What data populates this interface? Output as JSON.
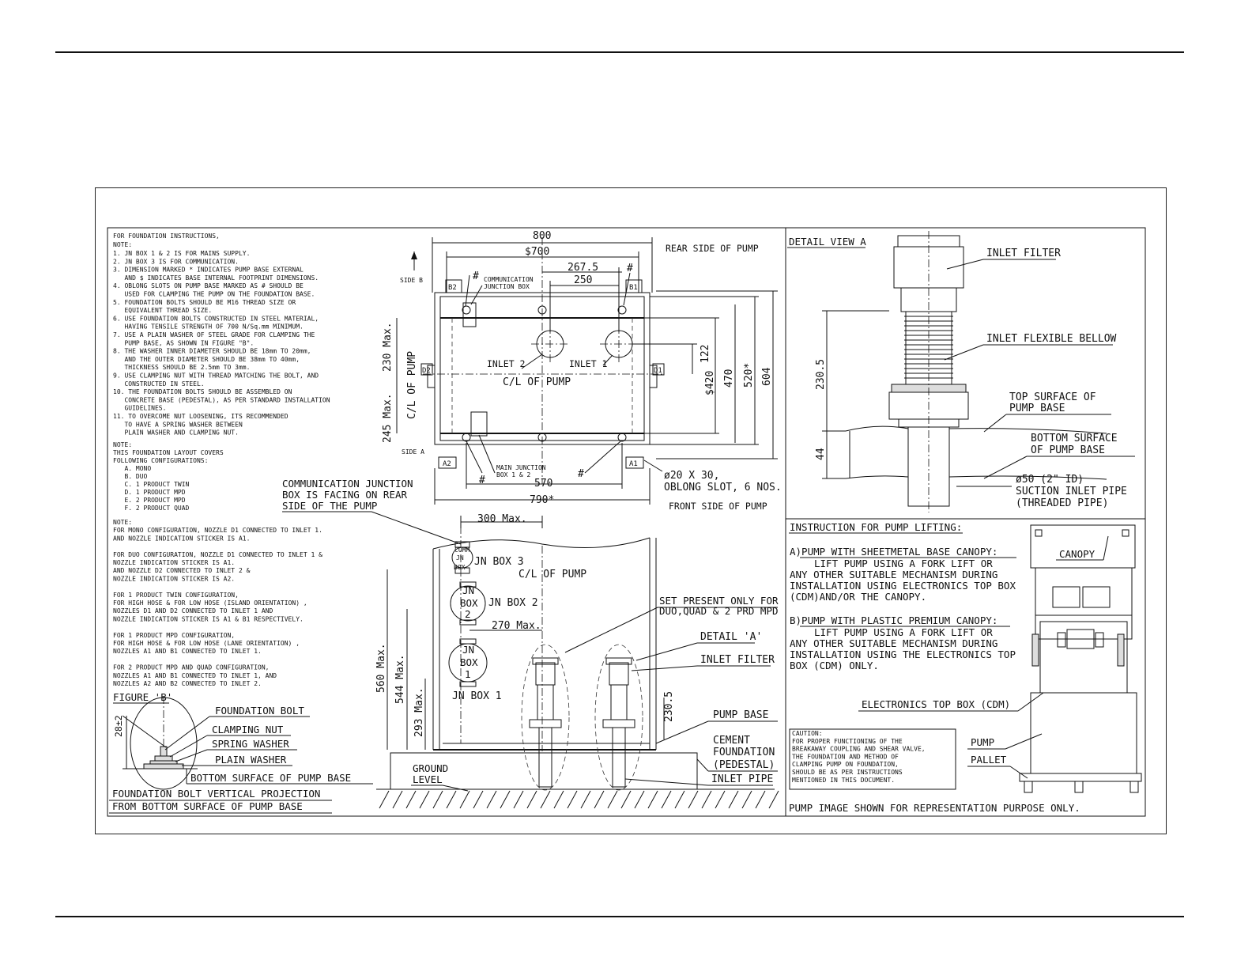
{
  "notes": {
    "heading": "FOR FOUNDATION INSTRUCTIONS,",
    "note_label": "NOTE:",
    "items": [
      "1. JN BOX 1 & 2 IS FOR MAINS SUPPLY.",
      "2. JN BOX 3 IS FOR COMMUNICATION.",
      "3. DIMENSION MARKED * INDICATES PUMP BASE EXTERNAL",
      "   AND $ INDICATES BASE INTERNAL FOOTPRINT DIMENSIONS.",
      "4. OBLONG SLOTS ON PUMP BASE MARKED AS # SHOULD BE",
      "   USED FOR CLAMPING THE PUMP ON THE FOUNDATION BASE.",
      "5. FOUNDATION BOLTS SHOULD BE M16 THREAD SIZE OR",
      "   EQUIVALENT THREAD SIZE.",
      "6. USE FOUNDATION BOLTS CONSTRUCTED IN STEEL MATERIAL,",
      "   HAVING TENSILE STRENGTH OF 700 N/Sq.mm MINIMUM.",
      "7. USE A PLAIN WASHER OF STEEL GRADE FOR CLAMPING THE",
      "   PUMP BASE, AS SHOWN IN FIGURE \"B\".",
      "8. THE WASHER INNER DIAMETER SHOULD BE 18mm TO 20mm,",
      "   AND THE OUTER DIAMETER SHOULD BE 38mm TO 40mm,",
      "   THICKNESS SHOULD BE 2.5mm TO 3mm.",
      "9. USE CLAMPING NUT WITH THREAD MATCHING THE BOLT, AND",
      "   CONSTRUCTED IN STEEL.",
      "10. THE FOUNDATION BOLTS SHOULD BE ASSEMBLED ON",
      "   CONCRETE BASE (PEDESTAL), AS PER STANDARD INSTALLATION",
      "   GUIDELINES.",
      "11. TO OVERCOME NUT LOOSENING, ITS RECOMMENDED",
      "   TO HAVE A SPRING WASHER BETWEEN",
      "   PLAIN WASHER AND CLAMPING NUT."
    ],
    "config_items": [
      "NOTE:",
      "THIS FOUNDATION LAYOUT COVERS",
      "FOLLOWING CONFIGURATIONS:",
      "   A. MONO",
      "   B. DUO",
      "   C. 1 PRODUCT TWIN",
      "   D. 1 PRODUCT MPD",
      "   E. 2 PRODUCT MPD",
      "   F. 2 PRODUCT QUAD"
    ],
    "nozzle_items": [
      "NOTE:",
      "FOR MONO CONFIGURATION, NOZZLE D1 CONNECTED TO INLET 1.",
      "AND NOZZLE INDICATION STICKER IS A1.",
      "",
      "FOR DUO CONFIGURATION, NOZZLE D1 CONNECTED TO INLET 1 &",
      "NOZZLE INDICATION STICKER IS A1.",
      "AND NOZZLE D2 CONNECTED TO INLET 2 &",
      "NOZZLE INDICATION STICKER IS A2.",
      "",
      "FOR 1 PRODUCT TWIN CONFIGURATION,",
      "FOR HIGH HOSE & FOR LOW HOSE (ISLAND ORIENTATION) ,",
      "NOZZLES D1 AND D2 CONNECTED TO INLET 1 AND",
      "NOZZLE INDICATION STICKER IS A1 & B1 RESPECTIVELY.",
      "",
      "FOR 1 PRODUCT MPD CONFIGURATION,",
      "FOR HIGH HOSE & FOR LOW HOSE (LANE ORIENTATION) ,",
      "NOZZLES A1 AND B1 CONNECTED TO INLET 1.",
      "",
      "FOR 2 PRODUCT MPD AND QUAD CONFIGURATION,",
      "NOZZLES A1 AND B1 CONNECTED TO INLET 1, AND",
      "NOZZLES A2 AND B2 CONNECTED TO INLET 2."
    ]
  },
  "figure_b": {
    "title": "FIGURE 'B'",
    "dim": "28±2",
    "labels": [
      "FOUNDATION BOLT",
      "CLAMPING NUT",
      "SPRING WASHER",
      "PLAIN WASHER",
      "BOTTOM SURFACE OF PUMP BASE"
    ],
    "caption_1": "FOUNDATION BOLT VERTICAL PROJECTION",
    "caption_2": "FROM BOTTOM SURFACE OF PUMP BASE"
  },
  "plan": {
    "dims": {
      "d800": "800",
      "d700": "$700",
      "d267": "267.5",
      "d250": "250",
      "d122": "122",
      "d420": "$420",
      "d470": "470",
      "d520": "520*",
      "d604": "604",
      "d570": "570",
      "d790": "790*",
      "d230": "230 Max.",
      "d245": "245 Max."
    },
    "rear": "REAR SIDE OF PUMP",
    "front": "FRONT SIDE OF PUMP",
    "side_b": "SIDE B",
    "side_a": "SIDE A",
    "b2": "B2",
    "b1": "B1",
    "a2": "A2",
    "a1": "A1",
    "d2": "D2",
    "d1": "D1",
    "hash": "#",
    "comm_box_1": "COMMUNICATION",
    "comm_box_2": "JUNCTION BOX",
    "main_box_1": "MAIN JUNCTION",
    "main_box_2": "BOX 1 & 2",
    "inlet2": "INLET 2",
    "inlet1": "INLET 1",
    "cl": "C/L OF PUMP",
    "slot_1": "ø20 X 30,",
    "slot_2": "OBLONG SLOT, 6 NOS.",
    "comm_note": [
      "COMMUNICATION JUNCTION",
      "BOX IS FACING ON REAR",
      "SIDE OF THE PUMP"
    ]
  },
  "elevation": {
    "d300": "300 Max.",
    "d270": "270 Max.",
    "d560": "560 Max.",
    "d544": "544 Max.",
    "d293": "293 Max.",
    "d2305": "230.5",
    "cl": "C/L OF PUMP",
    "jn3": "JN BOX 3",
    "jn2": "JN BOX 2",
    "jn1": "JN BOX 1",
    "jn_word": "JN",
    "box_word": "BOX",
    "comm_word": "COMM",
    "n2": "2",
    "n1": "1",
    "set_present_1": "SET PRESENT ONLY FOR",
    "set_present_2": "DUO,QUAD & 2 PRD MPD",
    "detail_a": "DETAIL 'A'",
    "inlet_filter": "INLET FILTER",
    "pump_base": "PUMP BASE",
    "cement_1": "CEMENT",
    "cement_2": "FOUNDATION",
    "cement_3": "(PEDESTAL)",
    "inlet_pipe": "INLET PIPE",
    "ground_1": "GROUND",
    "ground_2": "LEVEL"
  },
  "detail_view": {
    "title": "DETAIL VIEW A",
    "inlet_filter": "INLET FILTER",
    "bellow": "INLET FLEXIBLE BELLOW",
    "top_1": "TOP SURFACE OF",
    "top_2": "PUMP BASE",
    "bottom_1": "BOTTOM SURFACE",
    "bottom_2": "OF PUMP BASE",
    "suction_1": "ø50 (2\" ID)",
    "suction_2": "SUCTION INLET PIPE",
    "suction_3": "(THREADED PIPE)",
    "d2305": "230.5",
    "d44": "44"
  },
  "lifting": {
    "title": "INSTRUCTION FOR PUMP LIFTING:",
    "a_title": "A)PUMP WITH SHEETMETAL BASE CANOPY:",
    "a_lines": [
      "LIFT PUMP USING A FORK LIFT OR",
      "ANY OTHER SUITABLE MECHANISM DURING",
      "INSTALLATION USING ELECTRONICS TOP BOX",
      "(CDM)AND/OR THE CANOPY."
    ],
    "b_title": "B)PUMP WITH PLASTIC PREMIUM CANOPY:",
    "b_lines": [
      "LIFT PUMP USING A FORK LIFT OR",
      "ANY OTHER SUITABLE MECHANISM DURING",
      "INSTALLATION USING THE ELECTRONICS TOP",
      "BOX (CDM) ONLY."
    ],
    "canopy": "CANOPY",
    "etb": "ELECTRONICS TOP BOX (CDM)",
    "pump": "PUMP",
    "pallet": "PALLET",
    "caution": [
      "CAUTION:",
      "FOR PROPER FUNCTIONING OF THE",
      "BREAKAWAY COUPLING AND SHEAR VALVE,",
      "THE FOUNDATION AND METHOD OF",
      "CLAMPING PUMP ON FOUNDATION,",
      "SHOULD BE AS PER INSTRUCTIONS",
      "MENTIONED IN THIS DOCUMENT."
    ],
    "footer": "PUMP IMAGE SHOWN FOR REPRESENTATION PURPOSE ONLY."
  }
}
